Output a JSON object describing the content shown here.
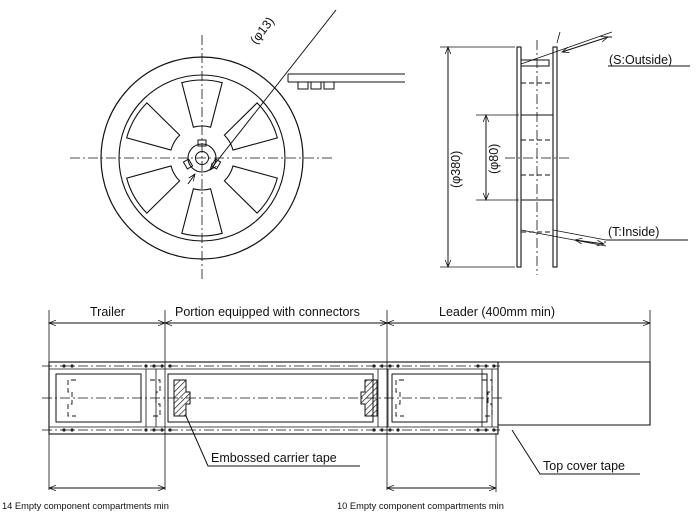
{
  "reel": {
    "hub_dim": "(φ13)",
    "outer_dia": "(φ380)",
    "core_dia": "(φ80)",
    "s_outside": "(S:Outside)",
    "t_inside": "(T:Inside)"
  },
  "tape": {
    "trailer": "Trailer",
    "portion": "Portion equipped with connectors",
    "leader": "Leader (400mm min)",
    "embossed": "Embossed carrier tape",
    "top_cover": "Top cover tape",
    "trailer_note": "14 Empty component compartments min",
    "leader_note": "10 Empty component compartments min"
  }
}
